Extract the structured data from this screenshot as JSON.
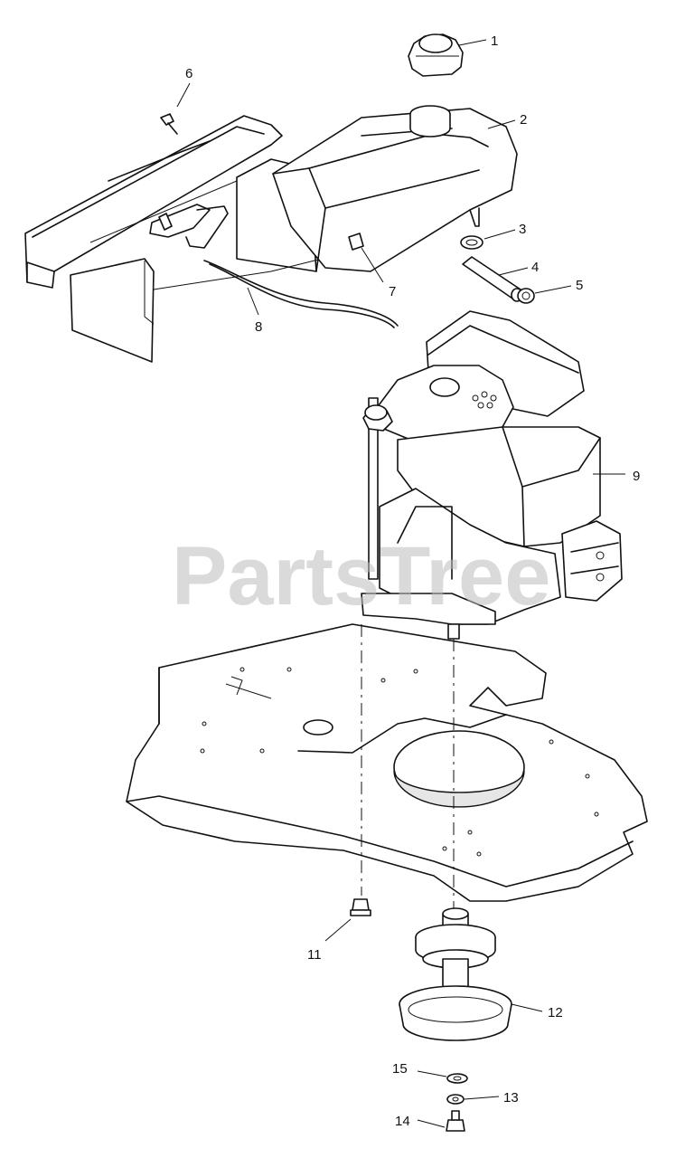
{
  "watermark": "PartsTree",
  "callouts": [
    {
      "id": "1",
      "label": "1"
    },
    {
      "id": "2",
      "label": "2"
    },
    {
      "id": "3",
      "label": "3"
    },
    {
      "id": "4",
      "label": "4"
    },
    {
      "id": "5",
      "label": "5"
    },
    {
      "id": "6",
      "label": "6"
    },
    {
      "id": "7",
      "label": "7"
    },
    {
      "id": "8",
      "label": "8"
    },
    {
      "id": "9",
      "label": "9"
    },
    {
      "id": "11",
      "label": "11"
    },
    {
      "id": "12",
      "label": "12"
    },
    {
      "id": "13",
      "label": "13"
    },
    {
      "id": "14",
      "label": "14"
    },
    {
      "id": "15",
      "label": "15"
    }
  ]
}
